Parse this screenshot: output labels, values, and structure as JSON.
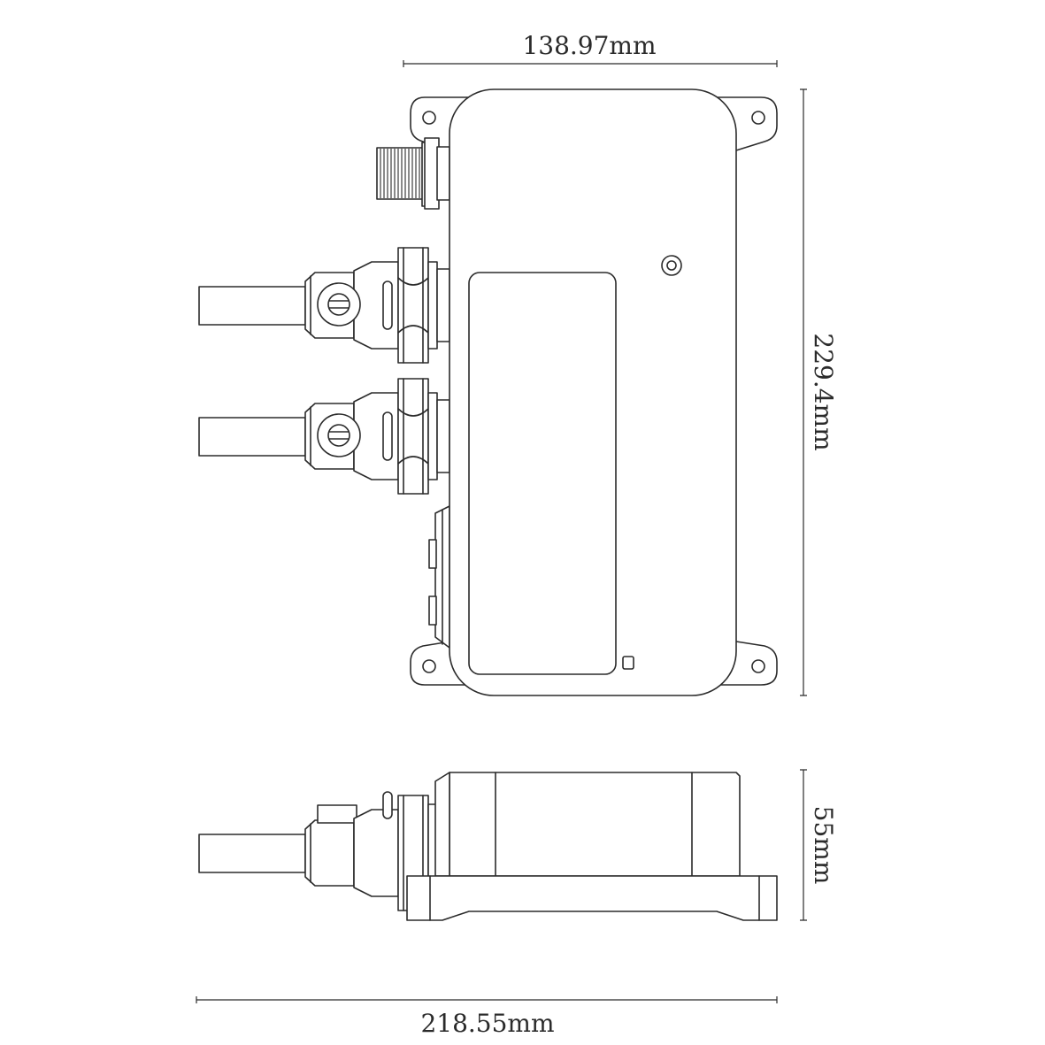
{
  "dimensions": {
    "top_width": "138.97mm",
    "height": "229.4mm",
    "depth": "55mm",
    "overall_width": "218.55mm"
  },
  "colors": {
    "line": "#2b2b2b",
    "background": "#ffffff"
  }
}
